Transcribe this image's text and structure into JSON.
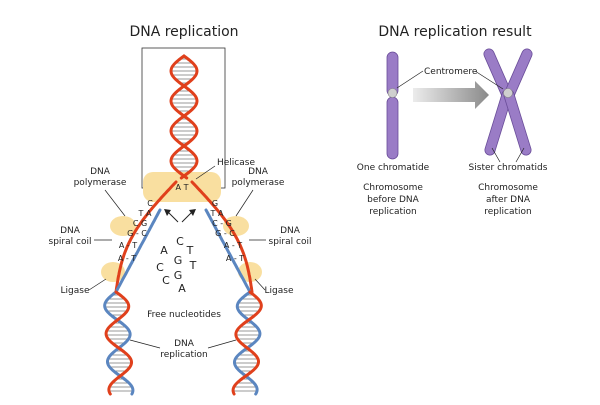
{
  "titles": {
    "left": "DNA replication",
    "right": "DNA replication result"
  },
  "labels": {
    "helicase": "Helicase",
    "dna_polymerase_line1": "DNA",
    "dna_polymerase_line2": "polymerase",
    "dna_spiral_coil_line1": "DNA",
    "dna_spiral_coil_line2": "spiral coil",
    "ligase": "Ligase",
    "free_nucleotides": "Free nucleotides",
    "dna_replication_line1": "DNA",
    "dna_replication_line2": "replication"
  },
  "bases": {
    "helicase_pair": "A     T",
    "left_c": "C",
    "left_ta": "T A",
    "left_cg": "C G",
    "left_gc": "G - C",
    "left_at1": "A - T",
    "left_at2": "A - T",
    "right_g": "G",
    "right_ta": "T A",
    "right_cg": "C - G",
    "right_gc": "G - C",
    "right_at1": "A - T",
    "right_at2": "A - T",
    "free": [
      "C",
      "A",
      "T",
      "G",
      "T",
      "C",
      "G",
      "C",
      "A"
    ]
  },
  "result": {
    "centromere": "Centromere",
    "one_chromatid": "One chromatide",
    "sister_chromatids": "Sister chromatids",
    "before_line1": "Chromosome",
    "before_line2": "before DNA",
    "before_line3": "replication",
    "after_line1": "Chromosome",
    "after_line2": "after DNA",
    "after_line3": "replication"
  },
  "colors": {
    "red_strand": "#e0401c",
    "blue_strand": "#5b86c0",
    "rung": "#9a9a9a",
    "enzyme": "#f9dfa0",
    "chromosome": "#9a7cc6",
    "chromosome_edge": "#6a4d99",
    "centromere": "#cfcfcf",
    "arrow_start": "#ececec",
    "arrow_end": "#8a8a8a"
  }
}
